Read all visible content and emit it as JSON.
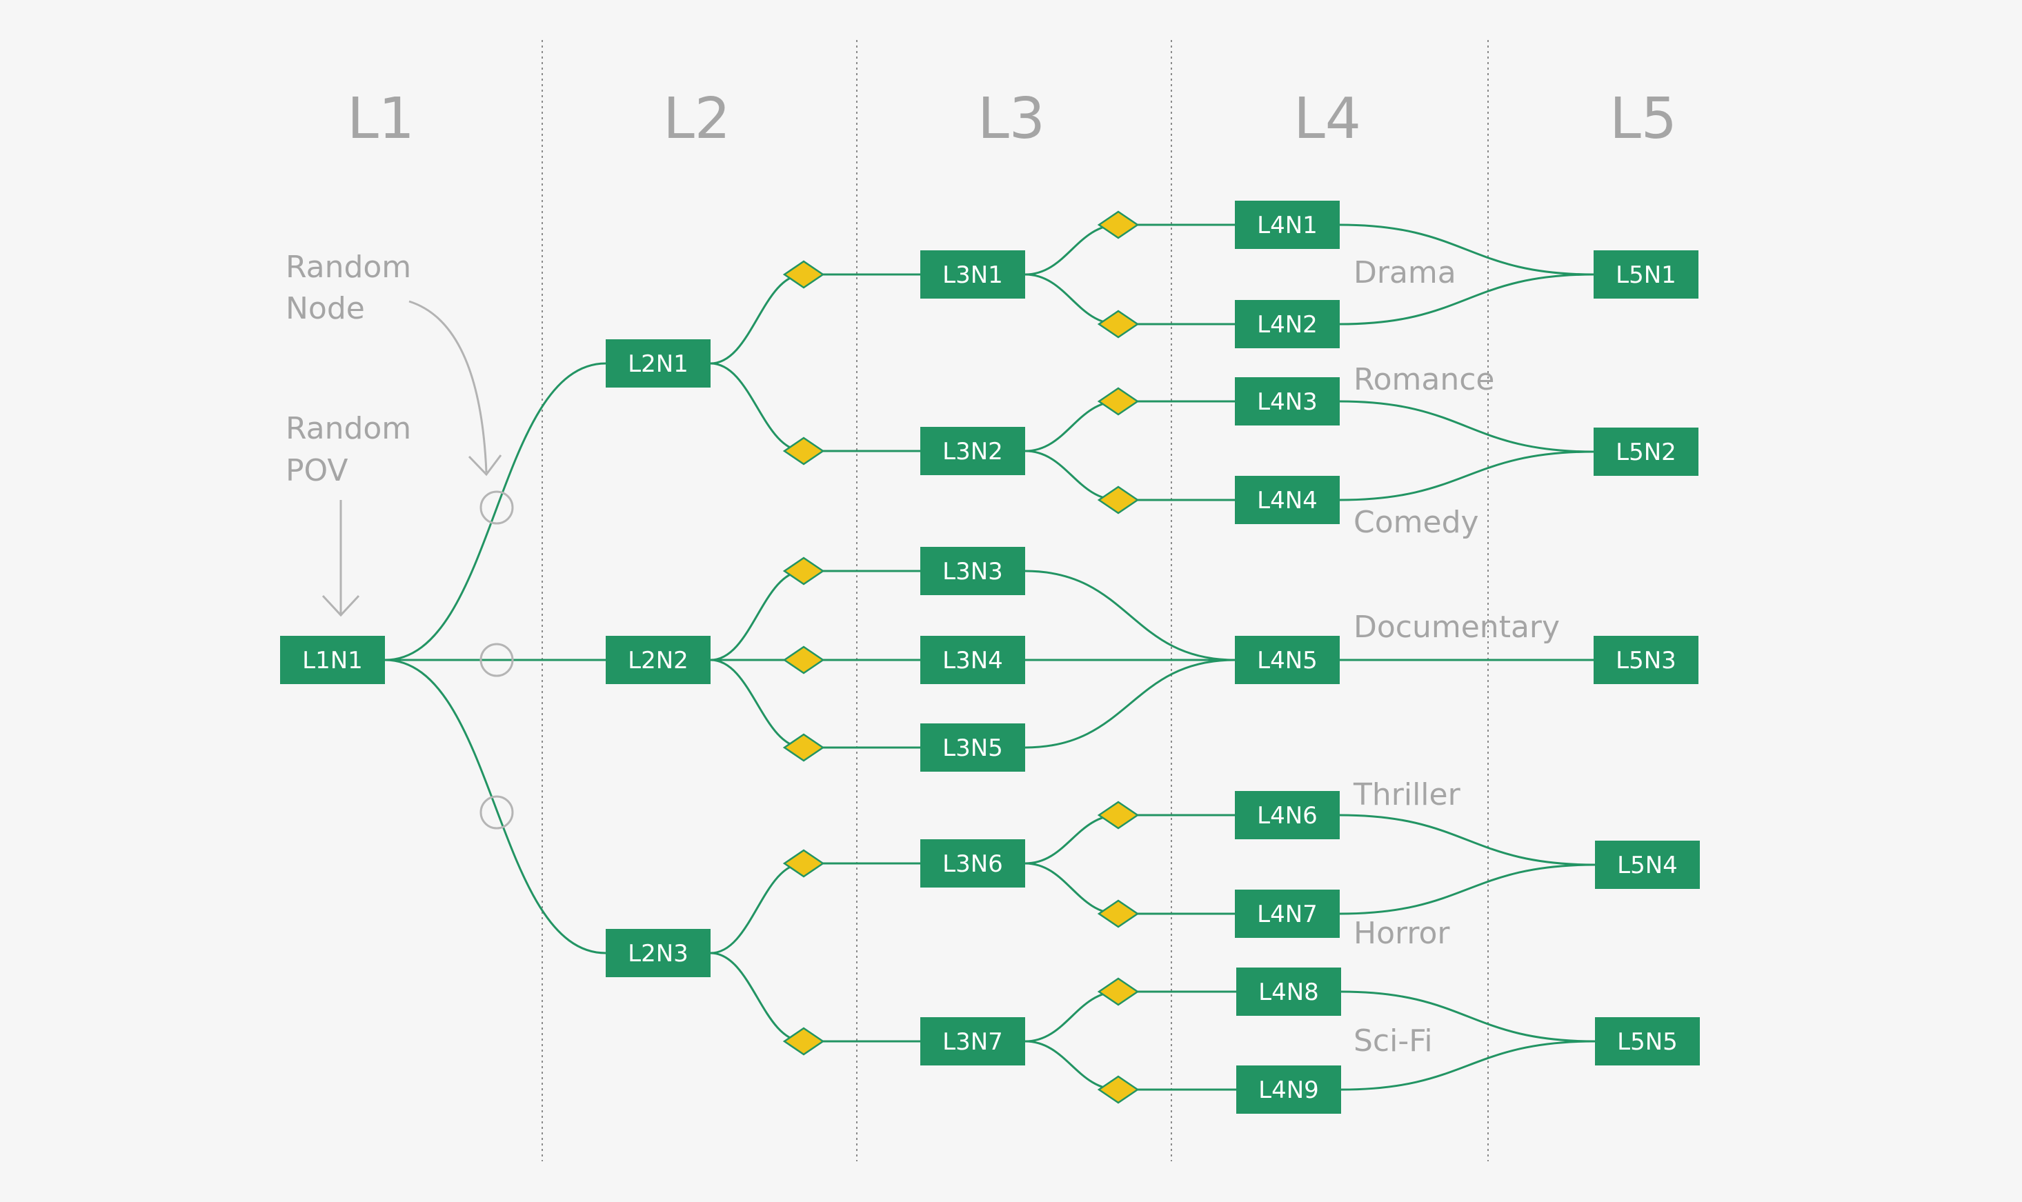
{
  "levels": [
    "L1",
    "L2",
    "L3",
    "L4",
    "L5"
  ],
  "annotations": {
    "random_node": [
      "Random",
      "Node"
    ],
    "random_pov": [
      "Random",
      "POV"
    ]
  },
  "nodes": [
    {
      "id": "L1N1",
      "label": "L1N1",
      "level": 1
    },
    {
      "id": "L2N1",
      "label": "L2N1",
      "level": 2
    },
    {
      "id": "L2N2",
      "label": "L2N2",
      "level": 2
    },
    {
      "id": "L2N3",
      "label": "L2N3",
      "level": 2
    },
    {
      "id": "L3N1",
      "label": "L3N1",
      "level": 3
    },
    {
      "id": "L3N2",
      "label": "L3N2",
      "level": 3
    },
    {
      "id": "L3N3",
      "label": "L3N3",
      "level": 3
    },
    {
      "id": "L3N4",
      "label": "L3N4",
      "level": 3
    },
    {
      "id": "L3N5",
      "label": "L3N5",
      "level": 3
    },
    {
      "id": "L3N6",
      "label": "L3N6",
      "level": 3
    },
    {
      "id": "L3N7",
      "label": "L3N7",
      "level": 3
    },
    {
      "id": "L4N1",
      "label": "L4N1",
      "level": 4
    },
    {
      "id": "L4N2",
      "label": "L4N2",
      "level": 4
    },
    {
      "id": "L4N3",
      "label": "L4N3",
      "level": 4
    },
    {
      "id": "L4N4",
      "label": "L4N4",
      "level": 4
    },
    {
      "id": "L4N5",
      "label": "L4N5",
      "level": 4
    },
    {
      "id": "L4N6",
      "label": "L4N6",
      "level": 4
    },
    {
      "id": "L4N7",
      "label": "L4N7",
      "level": 4
    },
    {
      "id": "L4N8",
      "label": "L4N8",
      "level": 4
    },
    {
      "id": "L4N9",
      "label": "L4N9",
      "level": 4
    },
    {
      "id": "L5N1",
      "label": "L5N1",
      "level": 5
    },
    {
      "id": "L5N2",
      "label": "L5N2",
      "level": 5
    },
    {
      "id": "L5N3",
      "label": "L5N3",
      "level": 5
    },
    {
      "id": "L5N4",
      "label": "L5N4",
      "level": 5
    },
    {
      "id": "L5N5",
      "label": "L5N5",
      "level": 5
    }
  ],
  "edges": [
    {
      "from": "L1N1",
      "to": "L2N1",
      "marker": "circle"
    },
    {
      "from": "L1N1",
      "to": "L2N2",
      "marker": "circle"
    },
    {
      "from": "L1N1",
      "to": "L2N3",
      "marker": "circle"
    },
    {
      "from": "L2N1",
      "to": "L3N1",
      "marker": "diamond"
    },
    {
      "from": "L2N1",
      "to": "L3N2",
      "marker": "diamond"
    },
    {
      "from": "L2N2",
      "to": "L3N3",
      "marker": "diamond"
    },
    {
      "from": "L2N2",
      "to": "L3N4",
      "marker": "diamond"
    },
    {
      "from": "L2N2",
      "to": "L3N5",
      "marker": "diamond"
    },
    {
      "from": "L2N3",
      "to": "L3N6",
      "marker": "diamond"
    },
    {
      "from": "L2N3",
      "to": "L3N7",
      "marker": "diamond"
    },
    {
      "from": "L3N1",
      "to": "L4N1",
      "marker": "diamond"
    },
    {
      "from": "L3N1",
      "to": "L4N2",
      "marker": "diamond"
    },
    {
      "from": "L3N2",
      "to": "L4N3",
      "marker": "diamond"
    },
    {
      "from": "L3N2",
      "to": "L4N4",
      "marker": "diamond"
    },
    {
      "from": "L3N3",
      "to": "L4N5",
      "marker": "none"
    },
    {
      "from": "L3N4",
      "to": "L4N5",
      "marker": "none"
    },
    {
      "from": "L3N5",
      "to": "L4N5",
      "marker": "none"
    },
    {
      "from": "L3N6",
      "to": "L4N6",
      "marker": "diamond"
    },
    {
      "from": "L3N6",
      "to": "L4N7",
      "marker": "diamond"
    },
    {
      "from": "L3N7",
      "to": "L4N8",
      "marker": "diamond"
    },
    {
      "from": "L3N7",
      "to": "L4N9",
      "marker": "diamond"
    },
    {
      "from": "L4N1",
      "to": "L5N1",
      "marker": "none"
    },
    {
      "from": "L4N2",
      "to": "L5N1",
      "marker": "none"
    },
    {
      "from": "L4N3",
      "to": "L5N2",
      "marker": "none"
    },
    {
      "from": "L4N4",
      "to": "L5N2",
      "marker": "none"
    },
    {
      "from": "L4N5",
      "to": "L5N3",
      "marker": "none"
    },
    {
      "from": "L4N6",
      "to": "L5N4",
      "marker": "none"
    },
    {
      "from": "L4N7",
      "to": "L5N4",
      "marker": "none"
    },
    {
      "from": "L4N8",
      "to": "L5N5",
      "marker": "none"
    },
    {
      "from": "L4N9",
      "to": "L5N5",
      "marker": "none"
    }
  ],
  "genres": [
    {
      "id": "drama",
      "label": "Drama"
    },
    {
      "id": "romance",
      "label": "Romance"
    },
    {
      "id": "comedy",
      "label": "Comedy"
    },
    {
      "id": "documentary",
      "label": "Documentary"
    },
    {
      "id": "thriller",
      "label": "Thriller"
    },
    {
      "id": "horror",
      "label": "Horror"
    },
    {
      "id": "sci-fi",
      "label": "Sci-Fi"
    }
  ],
  "colors": {
    "background": "#f6f6f6",
    "node_fill": "#229463",
    "node_text": "#ffffff",
    "edge": "#229463",
    "diamond_fill": "#f0c419",
    "diamond_stroke": "#229463",
    "annotation": "#a5a5a5",
    "divider": "#8a8a8a"
  }
}
